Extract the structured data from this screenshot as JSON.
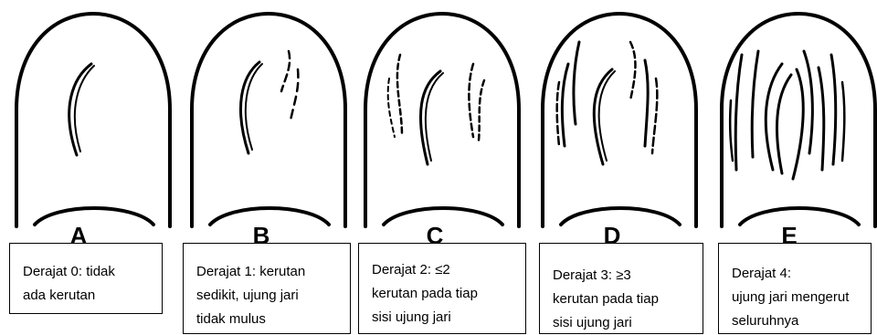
{
  "panels": [
    {
      "letter": "A",
      "caption": [
        "Derajat 0: tidak",
        "ada kerutan"
      ]
    },
    {
      "letter": "B",
      "caption": [
        "Derajat 1: kerutan",
        "sedikit, ujung jari",
        "tidak mulus"
      ]
    },
    {
      "letter": "C",
      "caption": [
        "Derajat 2: ≤2",
        "kerutan pada tiap",
        "sisi ujung jari"
      ]
    },
    {
      "letter": "D",
      "caption": [
        "Derajat 3: ≥3",
        "kerutan pada tiap",
        "sisi ujung jari"
      ]
    },
    {
      "letter": "E",
      "caption": [
        "Derajat 4:",
        "ujung jari mengerut",
        "seluruhnya"
      ]
    }
  ]
}
